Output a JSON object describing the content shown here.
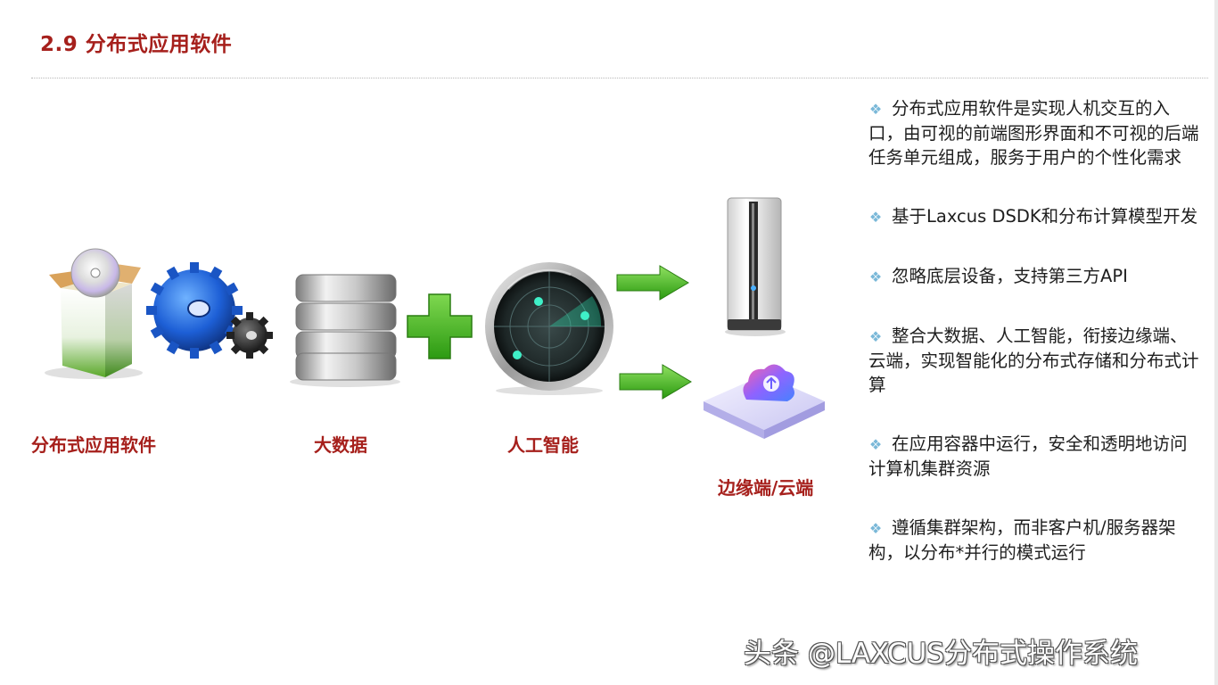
{
  "title": "2.9 分布式应用软件",
  "diagram": {
    "items": [
      {
        "id": "software",
        "label": "分布式应用软件",
        "icon": "software-box-with-gears-icon"
      },
      {
        "id": "bigdata",
        "label": "大数据",
        "icon": "database-icon"
      },
      {
        "id": "plus",
        "icon": "plus-icon"
      },
      {
        "id": "ai",
        "label": "人工智能",
        "icon": "radar-icon"
      },
      {
        "id": "edge-cloud",
        "label": "边缘端/云端",
        "icon": "server-and-cloud-icon"
      }
    ]
  },
  "bullets": [
    "分布式应用软件是实现人机交互的入口，由可视的前端图形界面和不可视的后端任务单元组成，服务于用户的个性化需求",
    "基于Laxcus DSDK和分布计算模型开发",
    "忽略底层设备，支持第三方API",
    "整合大数据、人工智能，衔接边缘端、云端，实现智能化的分布式存储和分布式计算",
    "在应用容器中运行，安全和透明地访问计算机集群资源",
    "遵循集群架构，而非客户机/服务器架构，以分布*并行的模式运行"
  ],
  "watermark": "头条 @LAXCUS分布式操作系统",
  "colors": {
    "accent": "#a6201c",
    "arrow": "#3fae1f",
    "bullet": "#7ab8d8"
  }
}
